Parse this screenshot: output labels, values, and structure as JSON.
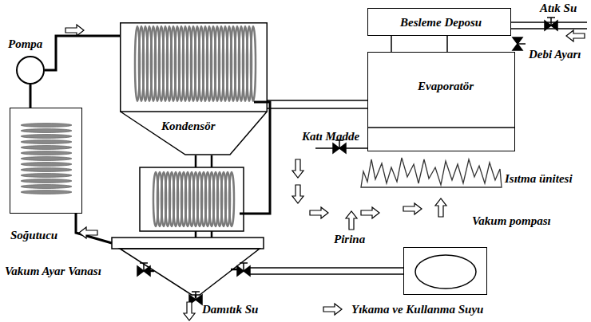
{
  "diagram": {
    "nodes": [
      {
        "text": [
          "Besleme Deposu"
        ]
      },
      {
        "text": [
          "Evaporatör"
        ]
      },
      {
        "text": [
          "Kondensör"
        ]
      },
      {
        "text": [
          "Pompa"
        ]
      },
      {
        "text": [
          "Soğutucu"
        ]
      },
      {
        "text": [
          "Vakum pompası"
        ]
      }
    ],
    "edges": [
      {
        "from": 0,
        "to": 1,
        "arrow": "none"
      },
      {
        "from": 2,
        "to": 1,
        "arrow": "none"
      },
      {
        "from": 3,
        "to": 2,
        "arrow": "none"
      },
      {
        "from": 3,
        "to": 4,
        "arrow": "none"
      }
    ],
    "labels": [
      "Atık Su",
      "Debi Ayarı",
      "Katı Madde",
      "Isıtma ünitesi",
      "Pirina",
      "Vakum Ayar Vanası",
      "Damıtık Su",
      "Yıkama ve Kullanma Suyu"
    ]
  }
}
